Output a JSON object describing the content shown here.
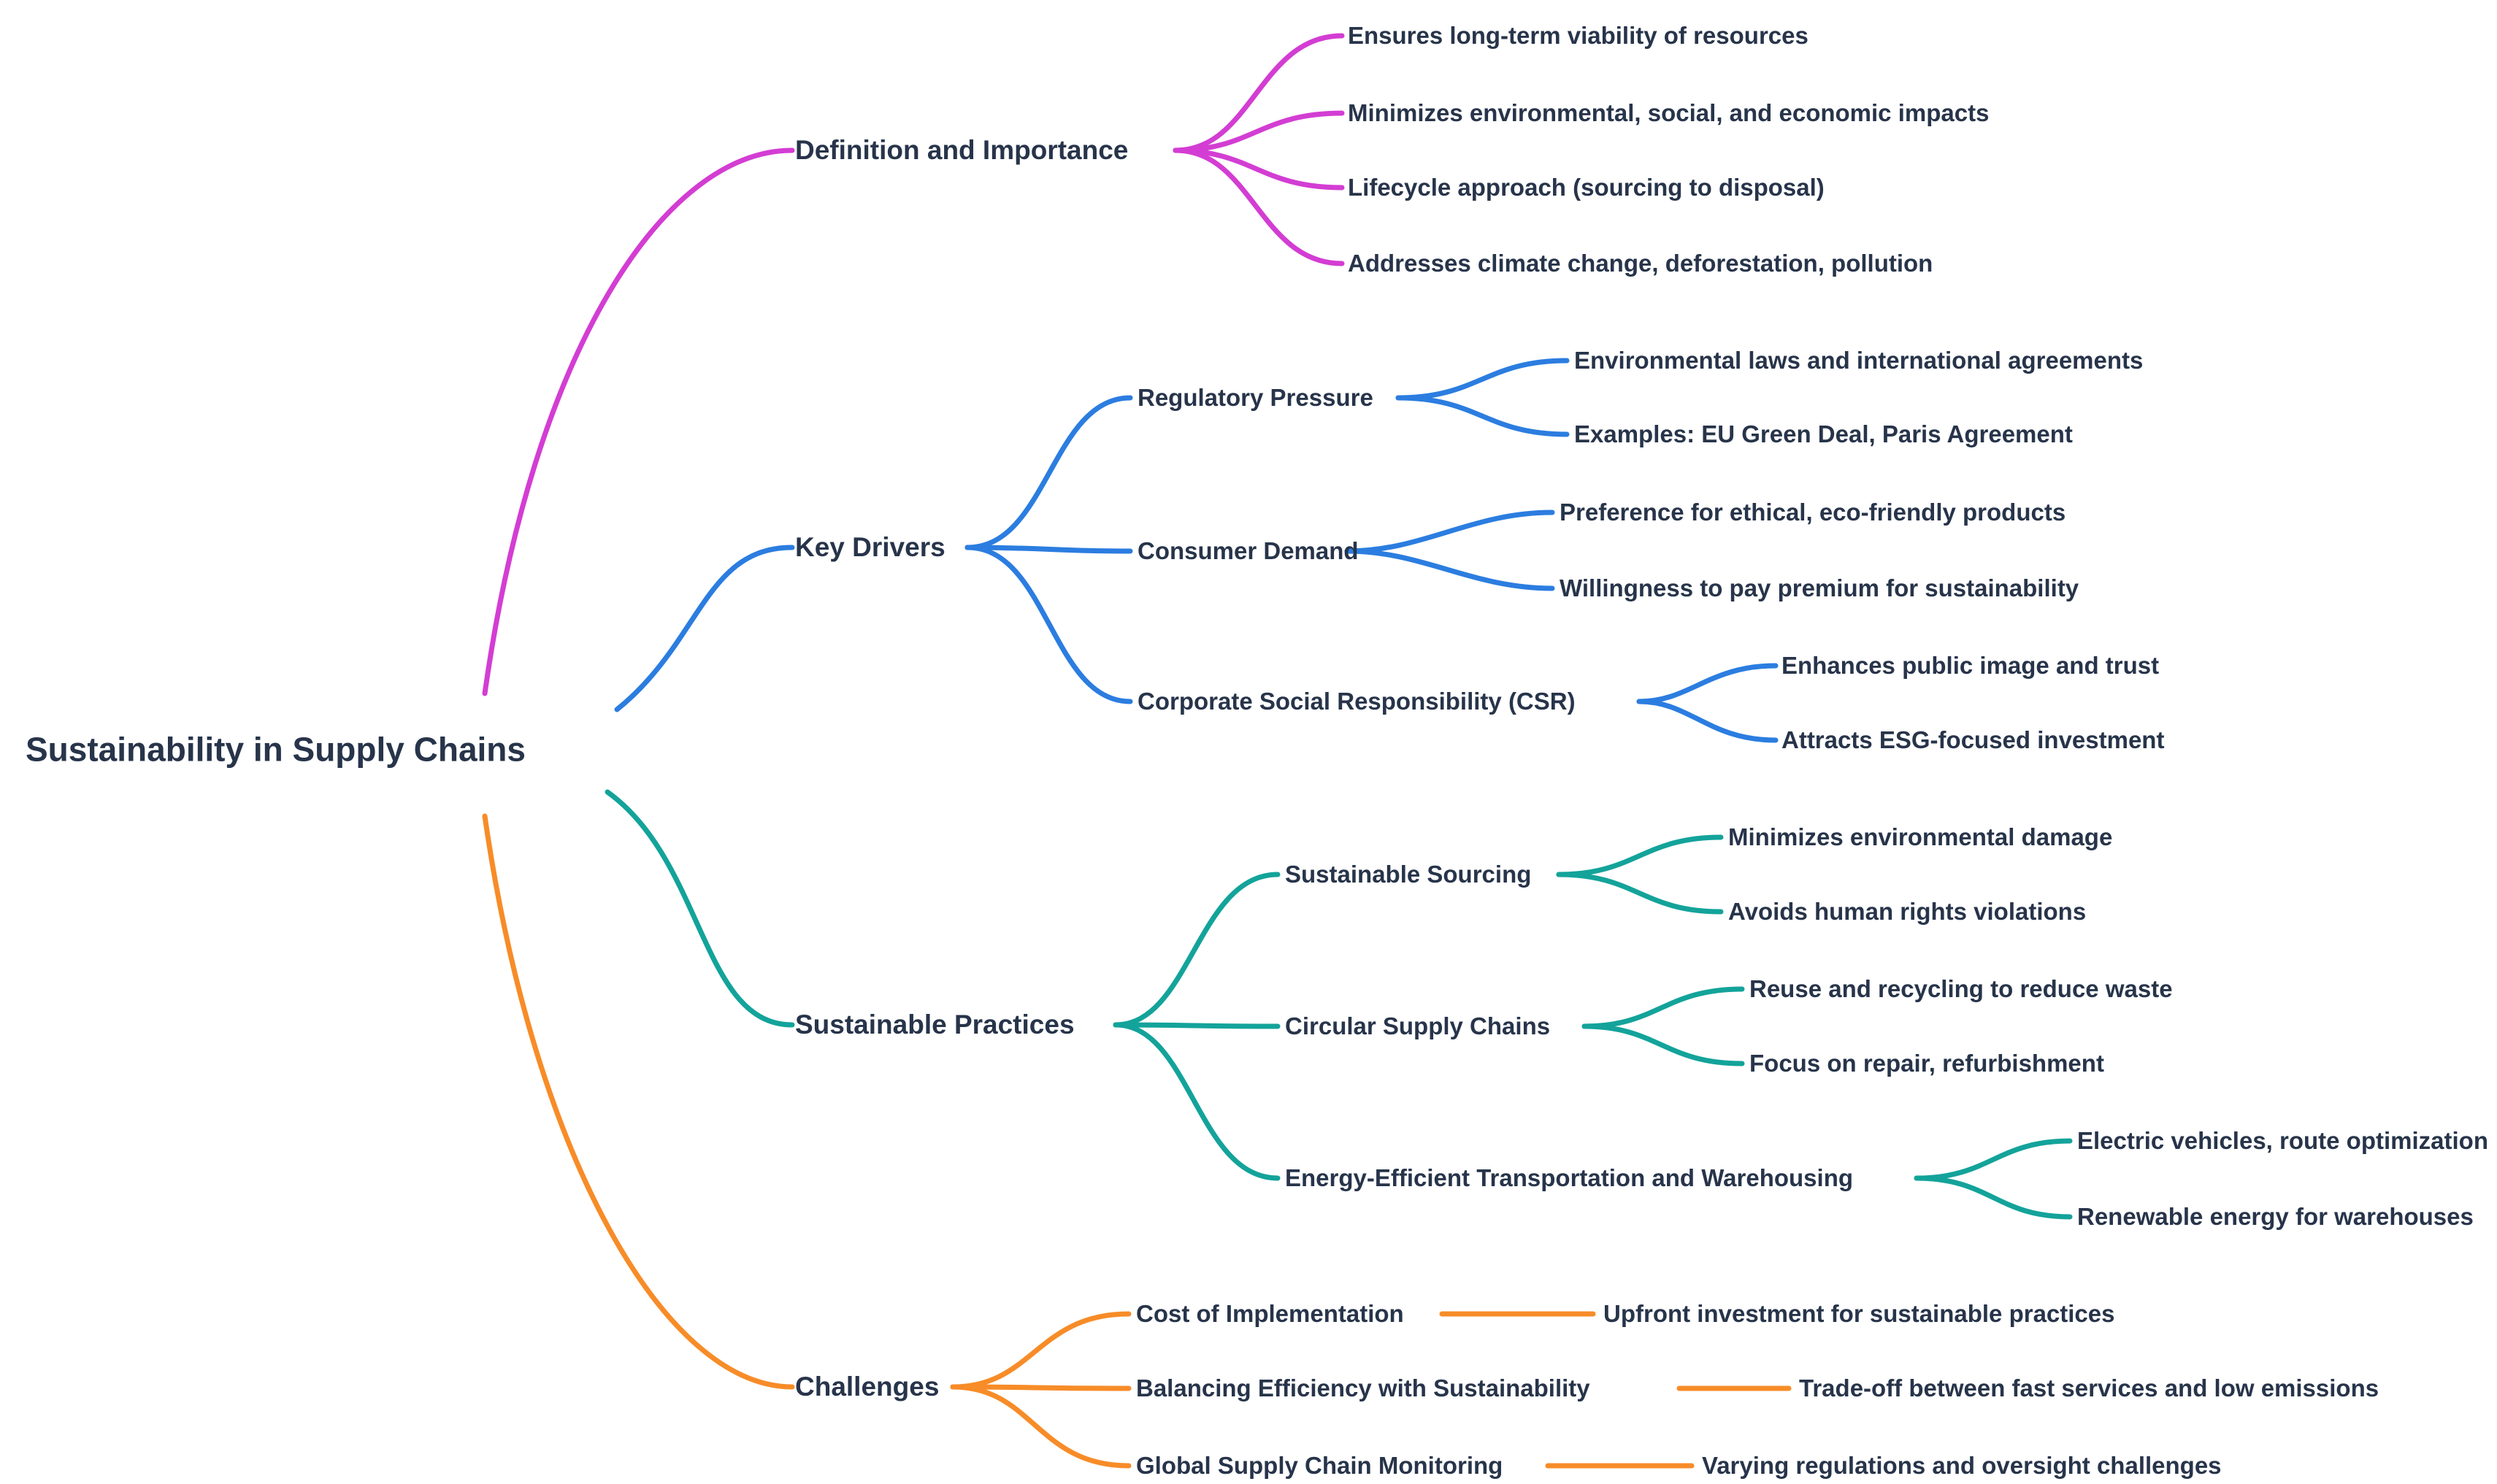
{
  "colors": {
    "branch1": "#d33dd3",
    "branch2": "#2b7de0",
    "branch3": "#13a39a",
    "branch4": "#f78c28",
    "text": "#27344a",
    "background": "#ffffff"
  },
  "root": {
    "label": "Sustainability in Supply Chains"
  },
  "branches": [
    {
      "label": "Definition and Importance",
      "color": "#d33dd3",
      "children": [
        {
          "label": "Ensures long-term viability of resources"
        },
        {
          "label": "Minimizes environmental, social, and economic impacts"
        },
        {
          "label": "Lifecycle approach (sourcing to disposal)"
        },
        {
          "label": "Addresses climate change, deforestation, pollution"
        }
      ]
    },
    {
      "label": "Key Drivers",
      "color": "#2b7de0",
      "children": [
        {
          "label": "Regulatory Pressure",
          "children": [
            {
              "label": "Environmental laws and international agreements"
            },
            {
              "label": "Examples: EU Green Deal, Paris Agreement"
            }
          ]
        },
        {
          "label": "Consumer Demand",
          "children": [
            {
              "label": "Preference for ethical, eco-friendly products"
            },
            {
              "label": "Willingness to pay premium for sustainability"
            }
          ]
        },
        {
          "label": "Corporate Social Responsibility (CSR)",
          "children": [
            {
              "label": "Enhances public image and trust"
            },
            {
              "label": "Attracts ESG-focused investment"
            }
          ]
        }
      ]
    },
    {
      "label": "Sustainable Practices",
      "color": "#13a39a",
      "children": [
        {
          "label": "Sustainable Sourcing",
          "children": [
            {
              "label": "Minimizes environmental damage"
            },
            {
              "label": "Avoids human rights violations"
            }
          ]
        },
        {
          "label": "Circular Supply Chains",
          "children": [
            {
              "label": "Reuse and recycling to reduce waste"
            },
            {
              "label": "Focus on repair, refurbishment"
            }
          ]
        },
        {
          "label": "Energy-Efficient Transportation and Warehousing",
          "children": [
            {
              "label": "Electric vehicles, route optimization"
            },
            {
              "label": "Renewable energy for warehouses"
            }
          ]
        }
      ]
    },
    {
      "label": "Challenges",
      "color": "#f78c28",
      "children": [
        {
          "label": "Cost of Implementation",
          "children": [
            {
              "label": "Upfront investment for sustainable practices"
            }
          ]
        },
        {
          "label": "Balancing Efficiency with Sustainability",
          "children": [
            {
              "label": "Trade-off between fast services and low emissions"
            }
          ]
        },
        {
          "label": "Global Supply Chain Monitoring",
          "children": [
            {
              "label": "Varying regulations and oversight challenges"
            }
          ]
        }
      ]
    }
  ]
}
